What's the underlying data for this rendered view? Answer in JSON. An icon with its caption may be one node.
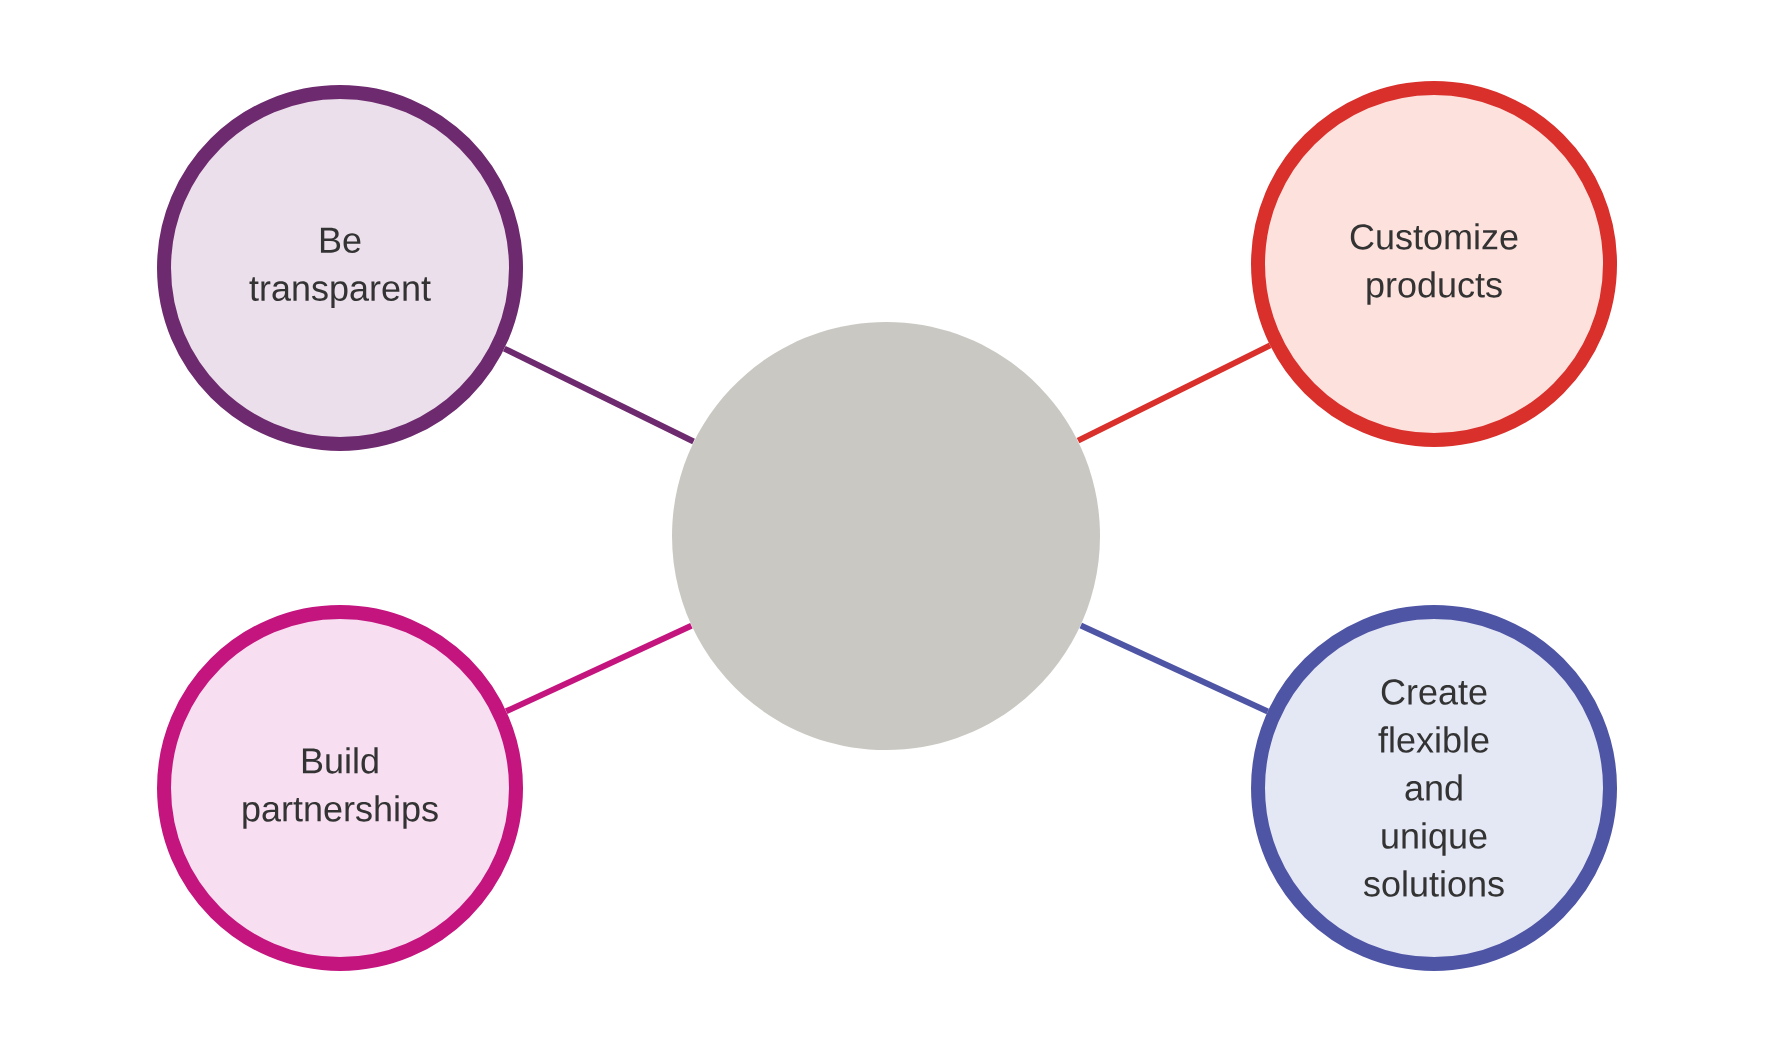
{
  "diagram": {
    "nodes": [
      {
        "text": [
          "Be transparent"
        ]
      },
      {
        "text": [
          "Customize products"
        ]
      },
      {
        "text": [],
        "shape": "circle"
      },
      {
        "text": [
          "Build partnerships"
        ]
      },
      {
        "text": [
          "Create flexible and unique solutions"
        ]
      }
    ],
    "edges": [
      {
        "from": 2,
        "to": 0,
        "arrow": "none",
        "color": "#6e2a6e"
      },
      {
        "from": 2,
        "to": 1,
        "arrow": "none",
        "color": "#d9302c"
      },
      {
        "from": 2,
        "to": 3,
        "arrow": "none",
        "color": "#c4157f"
      },
      {
        "from": 2,
        "to": 4,
        "arrow": "none",
        "color": "#4f55a5"
      }
    ]
  }
}
